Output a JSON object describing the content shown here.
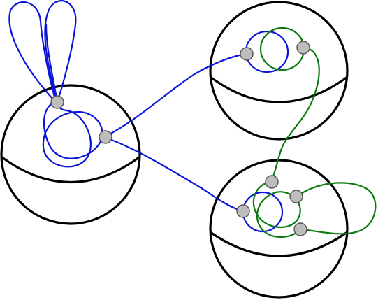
{
  "diagram": {
    "spheres": [
      {
        "id": "sphere-left",
        "stroke": "#000000"
      },
      {
        "id": "sphere-top-right",
        "stroke": "#000000"
      },
      {
        "id": "sphere-bottom-right",
        "stroke": "#000000"
      }
    ],
    "colors": {
      "background": "#ffffff",
      "sphere_outline": "#000000",
      "blue_curve": "#0a14d8",
      "green_curve": "#0a7a10",
      "puncture_fill": "#bdbdbd",
      "puncture_stroke": "#555555"
    },
    "curves": [
      {
        "id": "blue-curves",
        "color": "blue"
      },
      {
        "id": "green-curves",
        "color": "green"
      }
    ],
    "puncture_count": 8
  }
}
